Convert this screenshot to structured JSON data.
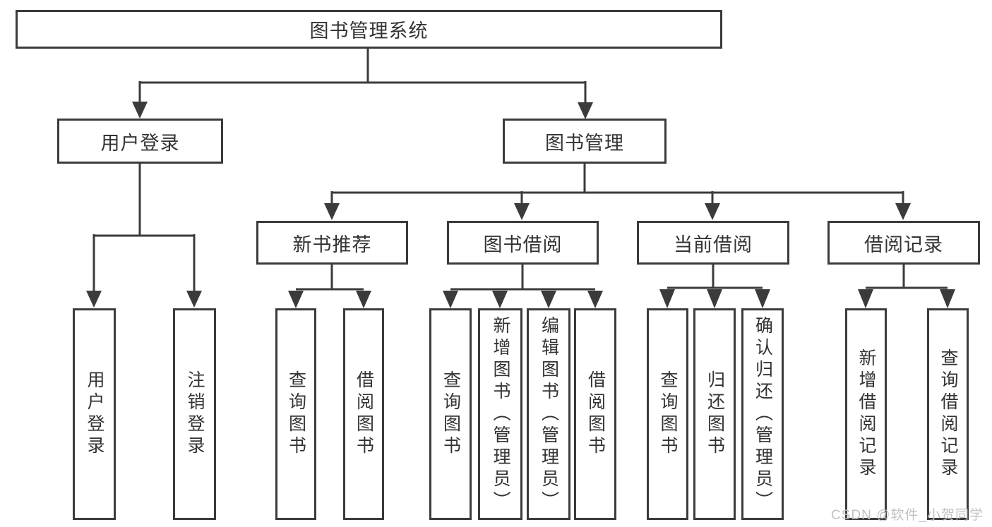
{
  "tree": {
    "root": {
      "label": "图书管理系统"
    },
    "level2": {
      "user_login": {
        "label": "用户登录"
      },
      "book_management": {
        "label": "图书管理"
      }
    },
    "level3": {
      "new_book_recommend": {
        "label": "新书推荐"
      },
      "book_borrowing": {
        "label": "图书借阅"
      },
      "current_borrowing": {
        "label": "当前借阅"
      },
      "borrowing_records": {
        "label": "借阅记录"
      }
    },
    "leaves": {
      "user_login": [
        "用户登录",
        "注销登录"
      ],
      "new_book_recommend": [
        "查询图书",
        "借阅图书"
      ],
      "book_borrowing": [
        "查询图书",
        "新增图书（管理员）",
        "编辑图书（管理员）",
        "借阅图书"
      ],
      "current_borrowing": [
        "查询图书",
        "归还图书",
        "确认归还（管理员）"
      ],
      "borrowing_records": [
        "新增借阅记录",
        "查询借阅记录"
      ]
    }
  },
  "watermark": "CSDN @软件_小贺同学"
}
